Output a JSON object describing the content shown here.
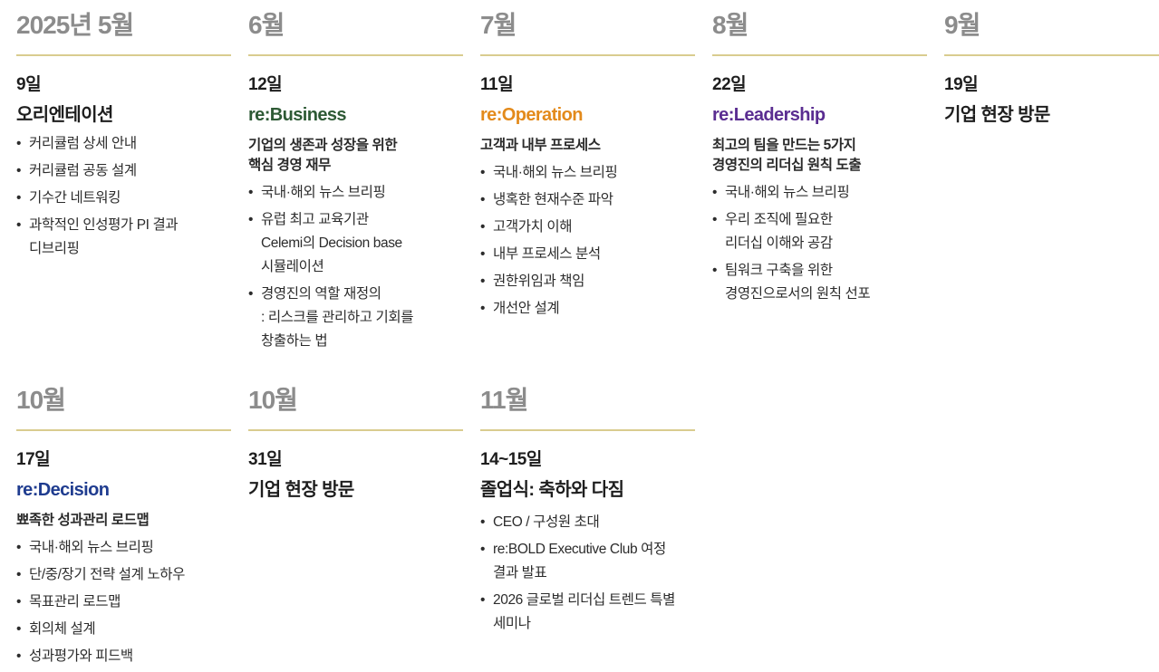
{
  "colors": {
    "month_text": "#8c8c8c",
    "rule": "#d9cc8f",
    "business": "#2e5a35",
    "operation": "#e38a1b",
    "leadership": "#5a2d91",
    "decision": "#1f3c8f"
  },
  "row1": [
    {
      "month": "2025년 5월",
      "date": "9일",
      "title": "오리엔테이션",
      "items": [
        "커리큘럼 상세 안내",
        "커리큘럼 공동 설계",
        "기수간 네트워킹",
        "과학적인 인성평가 PI 결과\n디브리핑"
      ]
    },
    {
      "month": "6월",
      "date": "12일",
      "title": "re:Business",
      "subtitle": "기업의 생존과 성장을 위한\n핵심 경영 재무",
      "items": [
        "국내·해외 뉴스 브리핑",
        "유럽 최고 교육기관\nCelemi의 Decision base\n시뮬레이션",
        "경영진의 역할 재정의\n: 리스크를 관리하고 기회를\n창출하는 법"
      ]
    },
    {
      "month": "7월",
      "date": "11일",
      "title": "re:Operation",
      "subtitle": "고객과 내부 프로세스",
      "items": [
        "국내·해외 뉴스 브리핑",
        "냉혹한 현재수준 파악",
        "고객가치 이해",
        "내부 프로세스 분석",
        "권한위임과 책임",
        "개선안 설계"
      ]
    },
    {
      "month": "8월",
      "date": "22일",
      "title": "re:Leadership",
      "subtitle": "최고의 팀을 만드는 5가지\n경영진의 리더십 원칙 도출",
      "items": [
        "국내·해외 뉴스 브리핑",
        "우리 조직에 필요한\n리더십 이해와 공감",
        "팀워크 구축을 위한\n경영진으로서의 원칙 선포"
      ]
    },
    {
      "month": "9월",
      "date": "19일",
      "title": "기업 현장 방문"
    }
  ],
  "row2": [
    {
      "month": "10월",
      "date": "17일",
      "title": "re:Decision",
      "subtitle": "뾰족한 성과관리 로드맵",
      "items": [
        "국내·해외 뉴스 브리핑",
        "단/중/장기 전략 설계 노하우",
        "목표관리 로드맵",
        "회의체 설계",
        "성과평가와 피드백"
      ]
    },
    {
      "month": "10월",
      "date": "31일",
      "title": "기업 현장 방문"
    },
    {
      "month": "11월",
      "date": "14~15일",
      "title": "졸업식: 축하와 다짐",
      "items": [
        "CEO / 구성원 초대",
        "re:BOLD Executive Club 여정\n결과 발표",
        "2026 글로벌 리더십 트렌드 특별\n세미나"
      ]
    }
  ]
}
